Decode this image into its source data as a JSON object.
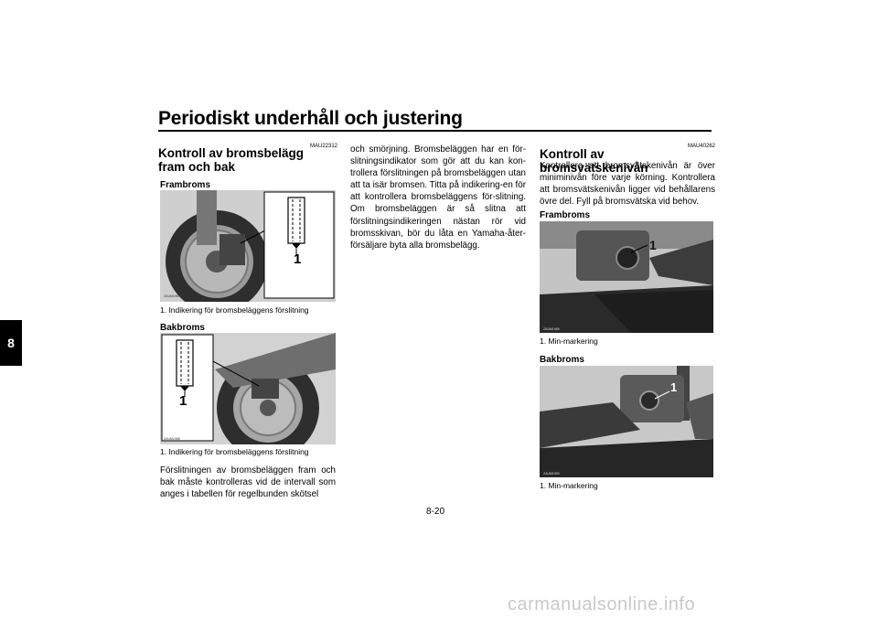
{
  "header": {
    "title": "Periodiskt underhåll och justering",
    "chapter": "8"
  },
  "col1": {
    "code": "MAU22312",
    "heading": "Kontroll av bromsbelägg fram och bak",
    "front_label": "Frambroms",
    "front_img_code": "ZAUM1987",
    "front_callout": "1",
    "front_caption": "1.  Indikering för bromsbeläggens förslitning",
    "rear_label": "Bakbroms",
    "rear_img_code": "ZAUM1988",
    "rear_callout": "1",
    "rear_caption": "1.  Indikering för bromsbeläggens förslitning",
    "para": "Förslitningen av bromsbeläggen fram och bak måste kontrolleras vid de intervall som anges i tabellen för regelbunden skötsel"
  },
  "col2": {
    "para": "och smörjning. Bromsbeläggen har en för-slitningsindikator som gör att du kan kon-trollera förslitningen på bromsbeläggen utan att ta isär bromsen. Titta på indikering-en för att kontrollera bromsbeläggens för-slitning. Om bromsbeläggen är så slitna att förslitningsindikeringen nästan rör vid bromsskivan, bör du låta en Yamaha-åter-försäljare byta alla bromsbelägg."
  },
  "col3": {
    "code": "MAU40262",
    "heading": "Kontroll av bromsvätskenivån",
    "para": "Kontrollera att bromsvätskenivån är över miniminivån före varje körning. Kontrollera att bromsvätskenivån ligger vid behållarens övre del. Fyll på bromsvätska vid behov.",
    "front_label": "Frambroms",
    "front_img_code": "ZAUM1989",
    "front_callout": "1",
    "front_caption": "1.  Min-markering",
    "rear_label": "Bakbroms",
    "rear_img_code": "ZAUM1990",
    "rear_callout": "1",
    "rear_caption": "1.  Min-markering"
  },
  "footer": {
    "page": "8-20",
    "watermark": "carmanualsonline.info"
  }
}
